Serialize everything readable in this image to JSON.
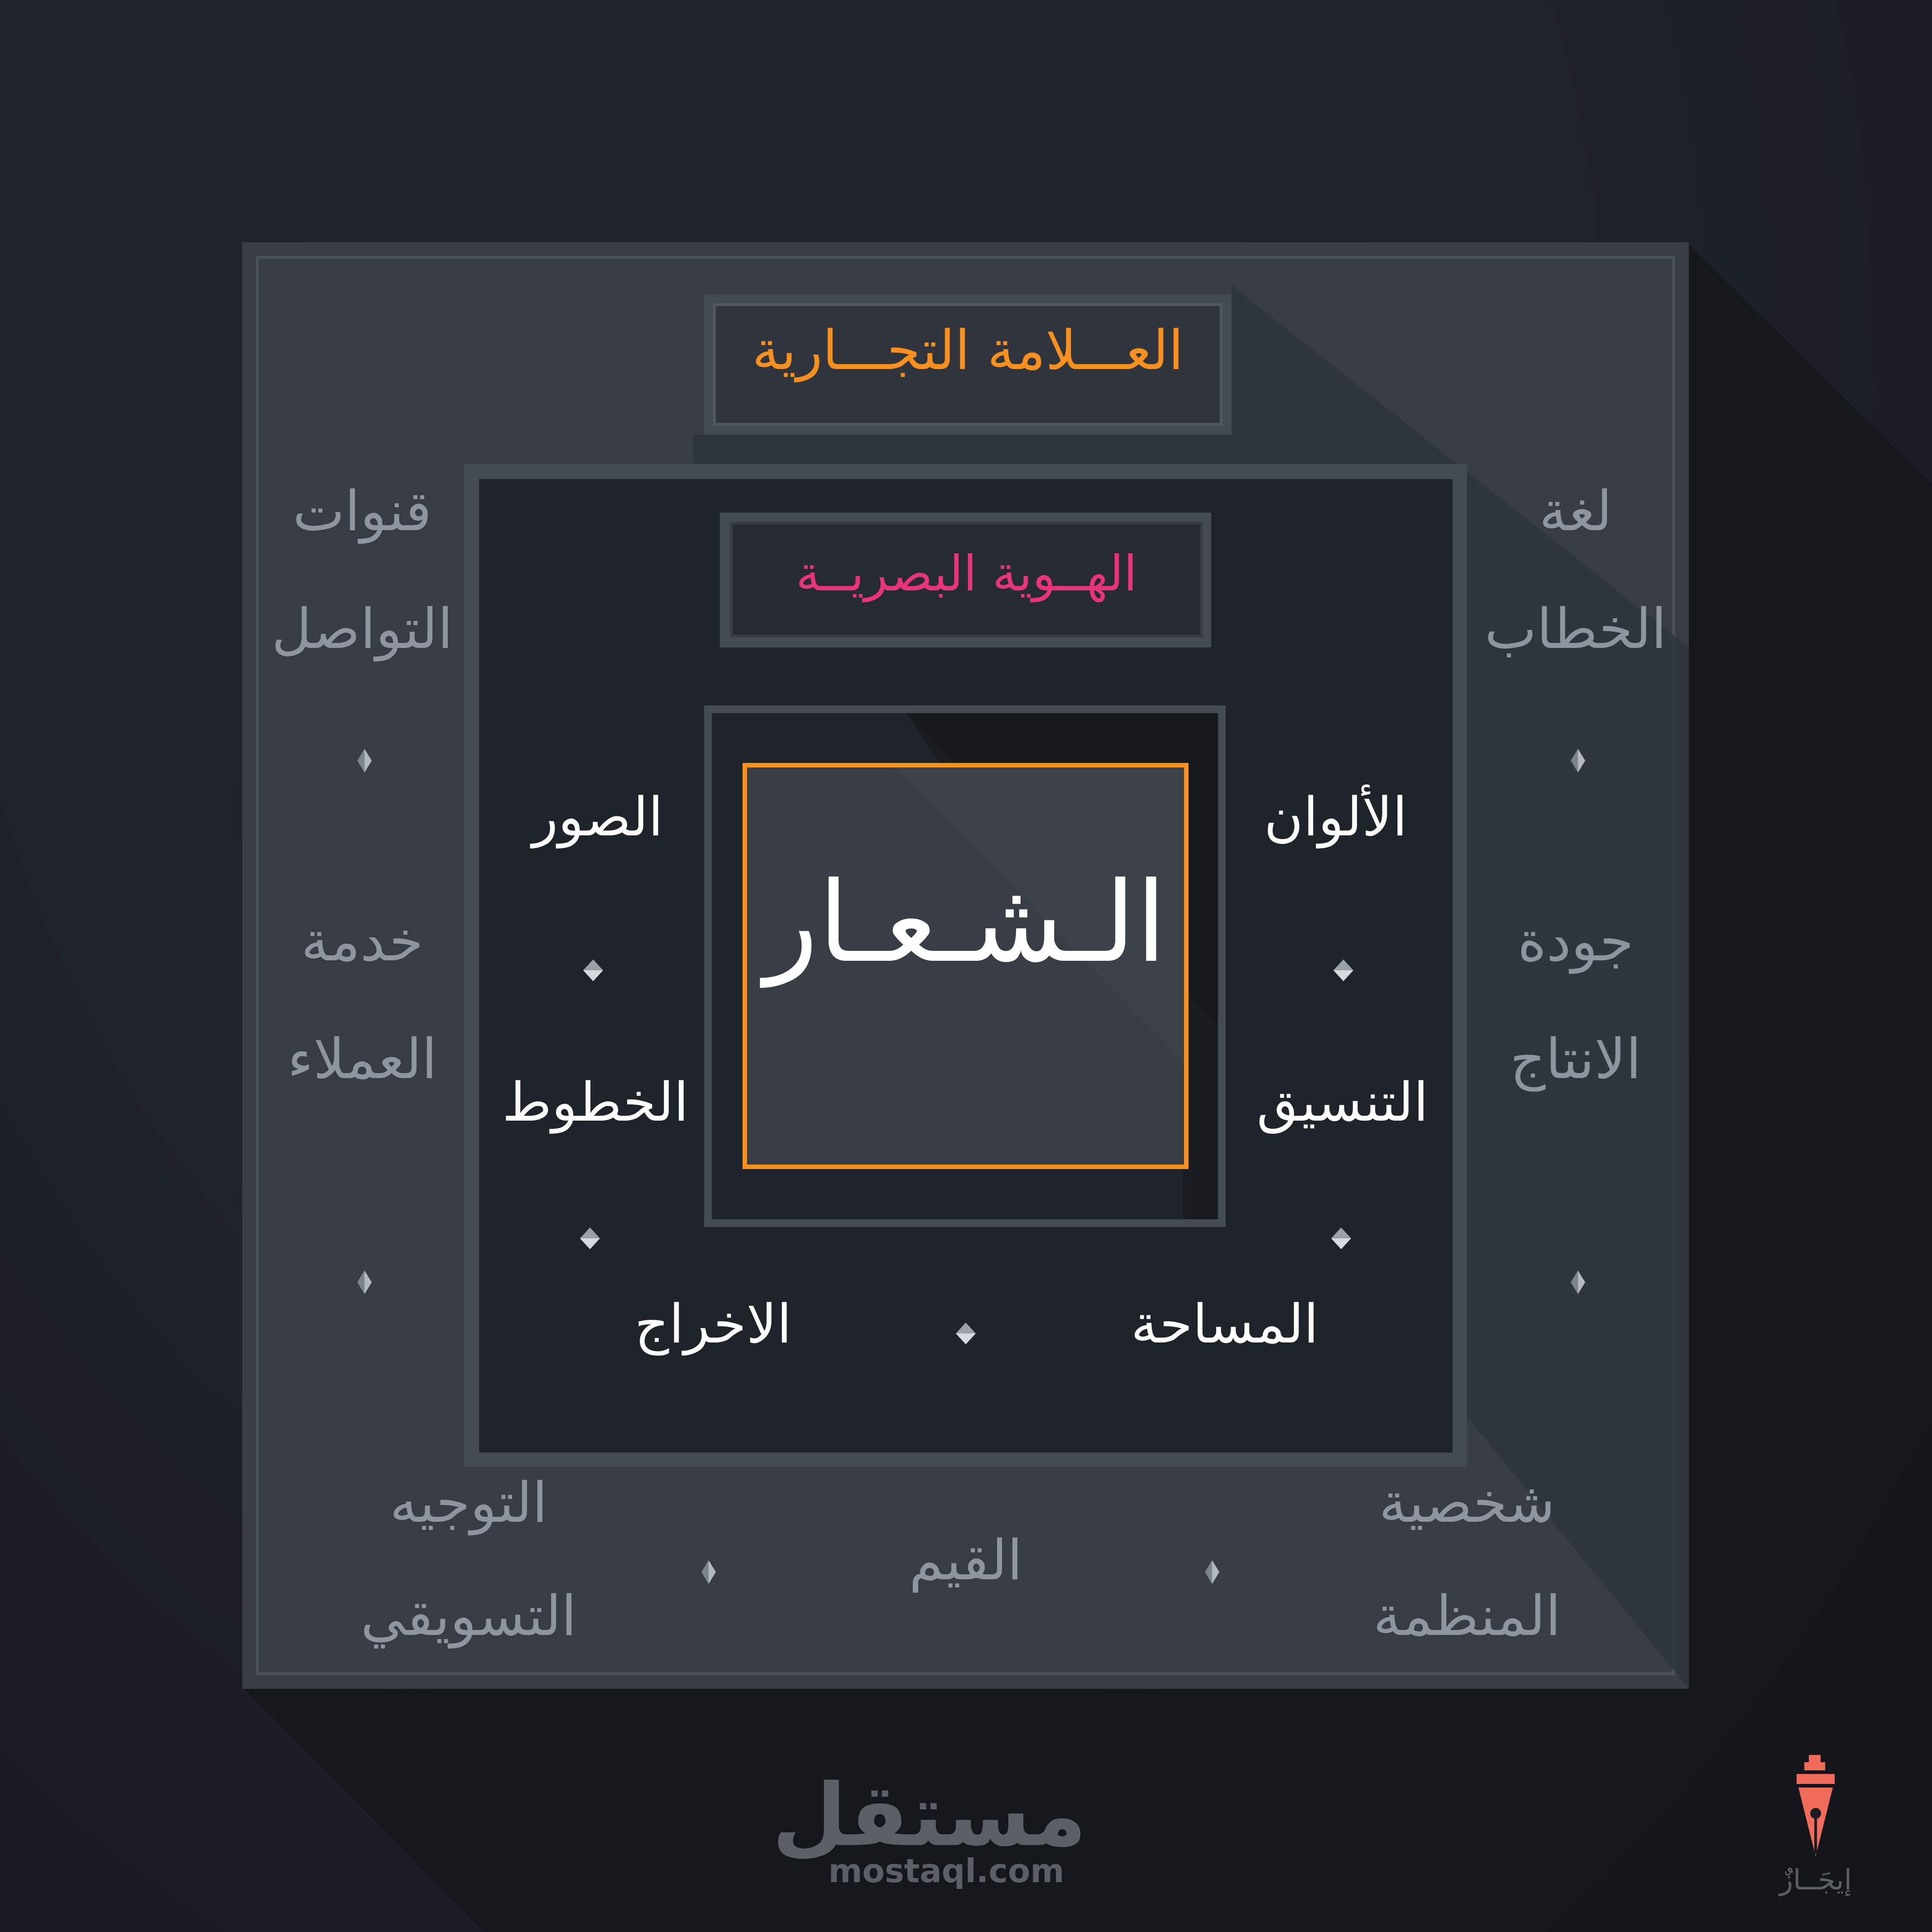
{
  "brand_title": "العـــلامة التجـــارية",
  "visual_identity_title": "الهــوية البصريــة",
  "logo_title": "الـشـعـار",
  "outer_items": {
    "top_left": [
      "قنوات",
      "التواصل"
    ],
    "mid_left": [
      "خدمة",
      "العملاء"
    ],
    "top_right": [
      "لغة",
      "الخطاب"
    ],
    "mid_right": [
      "جودة",
      "الانتاج"
    ],
    "bottom_left": [
      "التوجيه",
      "التسويقي"
    ],
    "bottom_center": "القيم",
    "bottom_right": [
      "شخصية",
      "المنظمة"
    ]
  },
  "inner_items": {
    "images": "الصور",
    "fonts": "الخطوط",
    "layout": "الاخراج",
    "colors": "الألوان",
    "coordination": "التنسيق",
    "space": "المساحة"
  },
  "footer": {
    "site_logo_text": "مستقل",
    "site_url": "mostaql.com",
    "signature_text": "إيجَــازٌ"
  },
  "colors": {
    "orange": "#f7901e",
    "pink": "#e8347a",
    "signature": "#f06b5a"
  },
  "icons": [
    "diamond-icon",
    "pen-nib-icon"
  ]
}
